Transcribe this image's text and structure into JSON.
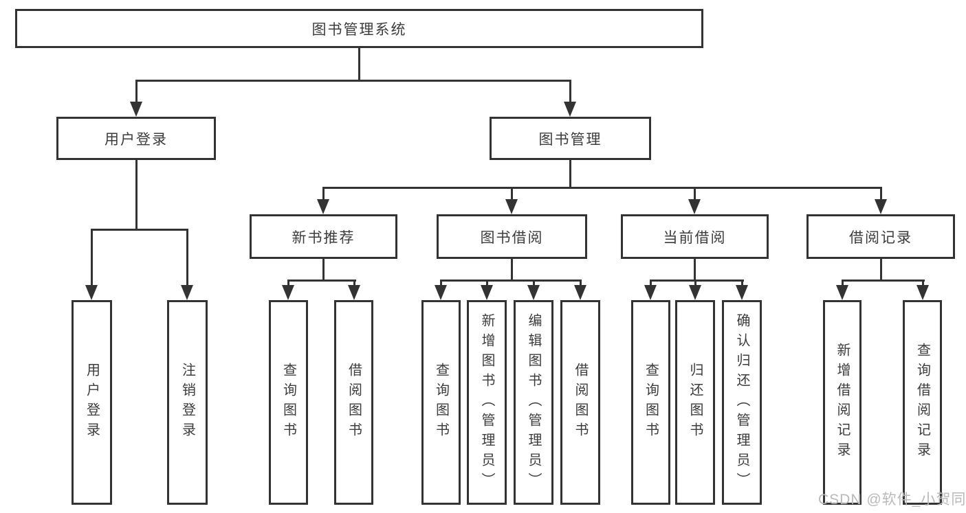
{
  "diagram": {
    "colors": {
      "line": "#333333",
      "text": "#3c3c3c",
      "watermark": "#b9b9b9"
    },
    "watermark": "CSDN @软件_小贺同学",
    "root": {
      "label": "图书管理系统"
    },
    "branches": [
      {
        "label": "用户登录",
        "children": [
          {
            "label": "用户登录"
          },
          {
            "label": "注销登录"
          }
        ]
      },
      {
        "label": "图书管理",
        "sections": [
          {
            "label": "新书推荐",
            "children": [
              {
                "label": "查询图书"
              },
              {
                "label": "借阅图书"
              }
            ]
          },
          {
            "label": "图书借阅",
            "children": [
              {
                "label": "查询图书"
              },
              {
                "label": "新增图书（管理员）"
              },
              {
                "label": "编辑图书（管理员）"
              },
              {
                "label": "借阅图书"
              }
            ]
          },
          {
            "label": "当前借阅",
            "children": [
              {
                "label": "查询图书"
              },
              {
                "label": "归还图书"
              },
              {
                "label": "确认归还（管理员）"
              }
            ]
          },
          {
            "label": "借阅记录",
            "children": [
              {
                "label": "新增借阅记录"
              },
              {
                "label": "查询借阅记录"
              }
            ]
          }
        ]
      }
    ]
  }
}
